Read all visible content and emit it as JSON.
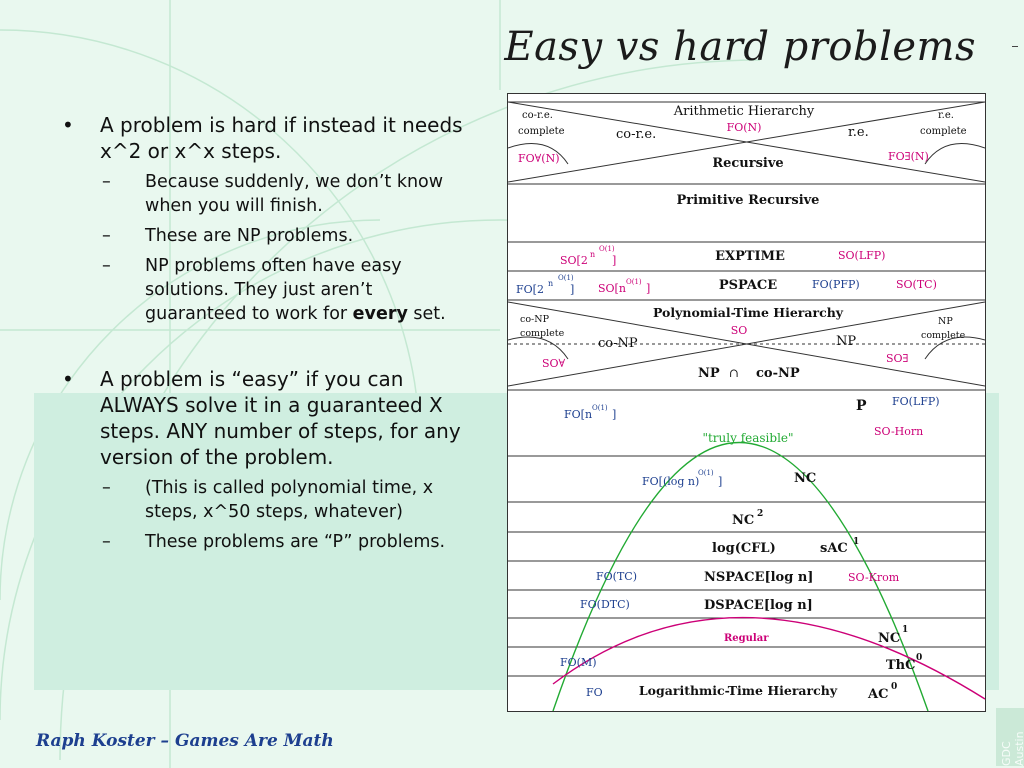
{
  "slide": {
    "title": "Easy vs hard problems",
    "bullets": [
      {
        "text": "A problem is hard if instead it needs x^2 or x^x steps.",
        "sub": [
          {
            "text": "Because suddenly, we don’t know when you will finish."
          },
          {
            "text": "These are NP problems."
          },
          {
            "pre": "NP problems often have easy solutions. They just aren’t guaranteed to work for ",
            "bold": "every",
            "post": " set."
          }
        ]
      },
      {
        "text": "A problem is “easy” if you can ALWAYS solve it in a guaranteed X steps. ANY number of steps, for any version of the problem.",
        "sub": [
          {
            "text": "(This is called polynomial time, x steps, x^50 steps, whatever)"
          },
          {
            "text": "These problems are “P” problems."
          }
        ]
      }
    ],
    "footer": "Raph Koster – Games Are Math",
    "corner_logo": "GDC Austin"
  },
  "diagram": {
    "top": {
      "arith": "Arithmetic Hierarchy",
      "fo_n": "FO(N)",
      "co_re_small": "co-r.e.",
      "co_re_complete": "complete",
      "re_small": "r.e.",
      "re_complete": "complete",
      "co_re": "co-r.e.",
      "re": "r.e.",
      "fo_forall_n": "FO∀(N)",
      "fo_exists_n": "FO∃(N)",
      "recursive": "Recursive"
    },
    "primrec": "Primitive Recursive",
    "exptime": {
      "label": "EXPTIME",
      "so_lfp": "SO(LFP)",
      "so2": "SO[2",
      "so2_n": "n",
      "so2_exp": "O(1)",
      "so2_close": "]"
    },
    "pspace": {
      "label": "PSPACE",
      "fo_pfp": "FO(PFP)",
      "so_tc": "SO(TC)",
      "fo2": "FO[2",
      "fo2_n": "n",
      "fo2_exp": "O(1)",
      "fo2_close": "]",
      "son": "SO[n",
      "son_exp": "O(1)",
      "son_close": "]"
    },
    "ph": {
      "label": "Polynomial-Time Hierarchy",
      "co_np_small": "co-NP",
      "co_np_complete": "complete",
      "np_small": "NP",
      "np_complete": "complete",
      "so": "SO",
      "co_np": "co-NP",
      "np": "NP",
      "so_forall": "SO∀",
      "so_exists": "SO∃",
      "np_and": "NP",
      "cap": "∩",
      "co_np2": "co-NP"
    },
    "p": {
      "label": "P",
      "fo_lfp": "FO(LFP)",
      "so_horn": "SO-Horn",
      "fon": "FO[n",
      "fon_exp": "O(1)",
      "fon_close": "]",
      "feasible": "\"truly feasible\""
    },
    "nc": {
      "label": "NC",
      "folog": "FO[(log n)",
      "folog_exp": "O(1)",
      "folog_close": "]"
    },
    "nc2": {
      "label": "NC",
      "exp": "2"
    },
    "logcfl": {
      "label": "log(CFL)",
      "sac": "sAC",
      "sac_exp": "1"
    },
    "nspace": {
      "label": "NSPACE[log n]",
      "fo_tc": "FO(TC)",
      "so_krom": "SO-Krom"
    },
    "dspace": {
      "label": "DSPACE[log n]",
      "fo_dtc": "FO(DTC)"
    },
    "nc1": {
      "label": "NC",
      "exp": "1",
      "regular": "Regular"
    },
    "thc": {
      "label": "ThC",
      "exp": "0",
      "fo_m": "FO(M)"
    },
    "ac": {
      "fo": "FO",
      "lh": "Logarithmic-Time Hierarchy",
      "label": "AC",
      "exp": "0"
    },
    "colors": {
      "magenta": "#cc0077",
      "green": "#22aa33",
      "ink": "#111111"
    }
  }
}
